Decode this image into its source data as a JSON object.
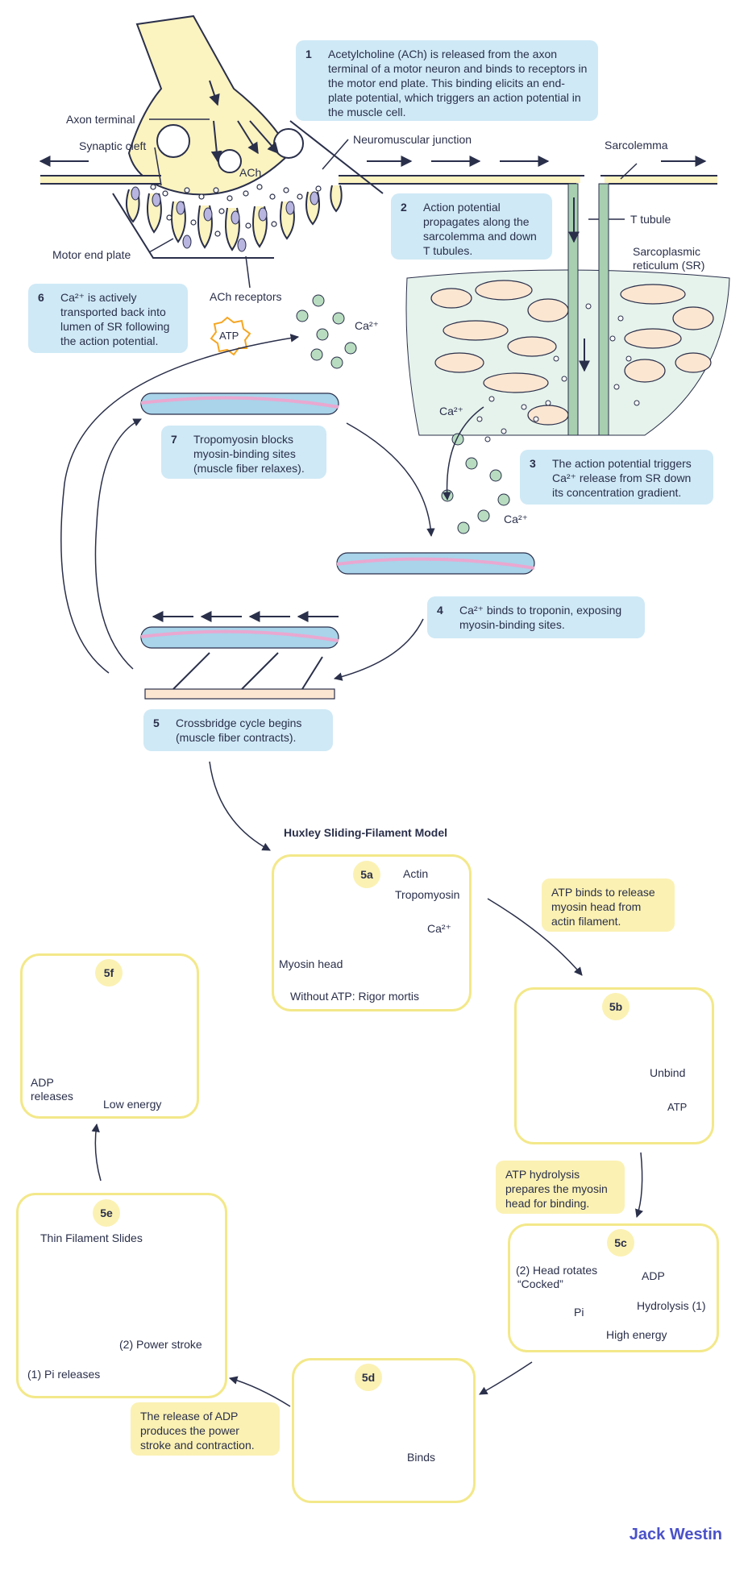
{
  "steps": {
    "s1": {
      "num": "1",
      "text": "Acetylcholine (ACh) is released from the axon terminal of a motor neuron and binds to receptors in the motor end plate. This binding elicits an end-plate potential, which triggers an action potential in the muscle cell."
    },
    "s2": {
      "num": "2",
      "text": "Action potential propagates along the sarcolemma and down T tubules."
    },
    "s3": {
      "num": "3",
      "text": "The action potential triggers Ca²⁺ release from SR down its concentration gradient."
    },
    "s4": {
      "num": "4",
      "text": "Ca²⁺ binds to troponin, exposing myosin-binding sites."
    },
    "s5": {
      "num": "5",
      "text": "Crossbridge cycle begins (muscle fiber contracts)."
    },
    "s6": {
      "num": "6",
      "text": "Ca²⁺ is actively transported back into lumen of SR following the action potential."
    },
    "s7": {
      "num": "7",
      "text": "Tropomyosin blocks myosin-binding sites (muscle fiber relaxes)."
    }
  },
  "labels": {
    "axon_terminal": "Axon terminal",
    "synaptic_cleft": "Synaptic cleft",
    "neuromuscular_junction": "Neuromuscular junction",
    "sarcolemma": "Sarcolemma",
    "t_tubule": "T tubule",
    "sr": "Sarcoplasmic reticulum (SR)",
    "motor_end_plate": "Motor end plate",
    "ach_receptors": "ACh receptors",
    "ach": "ACh",
    "ca_1": "Ca²⁺",
    "ca_2": "Ca²⁺",
    "ca_3": "Ca²⁺",
    "atp_top": "ATP"
  },
  "model": {
    "title": "Huxley Sliding-Filament Model",
    "p5a": {
      "badge": "5a",
      "actin": "Actin",
      "tropomyosin": "Tropomyosin",
      "ca": "Ca²⁺",
      "myosin": "Myosin head",
      "caption": "Without ATP: Rigor mortis"
    },
    "p5b": {
      "badge": "5b",
      "unbind": "Unbind",
      "atp": "ATP"
    },
    "p5c": {
      "badge": "5c",
      "head": "(2) Head rotates",
      "cocked": "“Cocked”",
      "adp": "ADP",
      "pi": "Pi",
      "hydrolysis": "Hydrolysis (1)",
      "energy": "High energy"
    },
    "p5d": {
      "badge": "5d",
      "binds": "Binds"
    },
    "p5e": {
      "badge": "5e",
      "slides": "Thin Filament Slides",
      "power": "(2) Power stroke",
      "pi": "(1) Pi releases"
    },
    "p5f": {
      "badge": "5f",
      "adp": "ADP releases",
      "energy": "Low energy"
    },
    "notes": {
      "atp_binds": "ATP binds to release myosin head from actin filament.",
      "atp_hydrolysis": "ATP hydrolysis prepares the myosin head for binding.",
      "adp_release": "The release of ADP produces the power stroke and contraction."
    }
  },
  "brand": "Jack Westin",
  "colors": {
    "blue_box": "#cfe9f6",
    "yellow_box": "#fbf1b3",
    "panel_border": "#f3e88a",
    "neuron": "#fbf3c0",
    "ca": "#b8dcc0",
    "actin": "#a9d4ea",
    "brand": "#4a51c8"
  }
}
